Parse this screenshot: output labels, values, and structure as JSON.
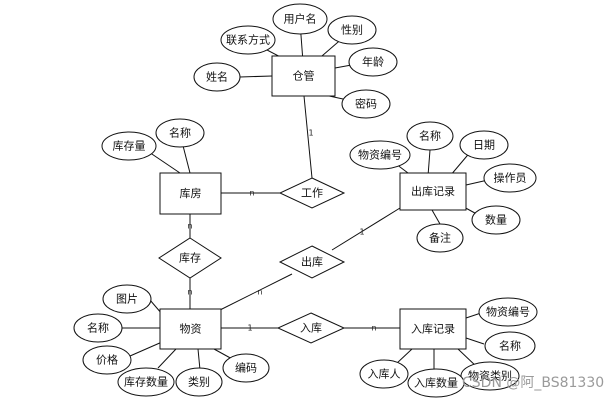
{
  "entities": {
    "warehouse_admin": "仓管",
    "storeroom": "库房",
    "outbound_record": "出库记录",
    "goods": "物资",
    "inbound_record": "入库记录"
  },
  "relationships": {
    "work": "工作",
    "stock": "库存",
    "outbound": "出库",
    "inbound": "入库"
  },
  "attributes": {
    "admin_username": "用户名",
    "admin_contact": "联系方式",
    "admin_gender": "性别",
    "admin_age": "年龄",
    "admin_name": "姓名",
    "admin_password": "密码",
    "storeroom_name": "名称",
    "storeroom_stock_qty": "库存量",
    "out_name": "名称",
    "out_goods_no": "物资编号",
    "out_date": "日期",
    "out_operator": "操作员",
    "out_quantity": "数量",
    "out_remark": "备注",
    "goods_picture": "图片",
    "goods_name": "名称",
    "goods_price": "价格",
    "goods_stock_qty": "库存数量",
    "goods_category": "类别",
    "goods_code": "编码",
    "in_goods_no": "物资编号",
    "in_name": "名称",
    "in_goods_category": "物资类别",
    "in_person": "入库人",
    "in_quantity": "入库数量"
  },
  "cardinalities": {
    "admin_work": "1",
    "storeroom_work": "n",
    "storeroom_stock": "n",
    "goods_stock": "n",
    "out_outbound": "1",
    "goods_outbound": "n",
    "goods_inbound": "1",
    "in_inbound": "n"
  },
  "watermark": "CSDN @阿_BS81330"
}
